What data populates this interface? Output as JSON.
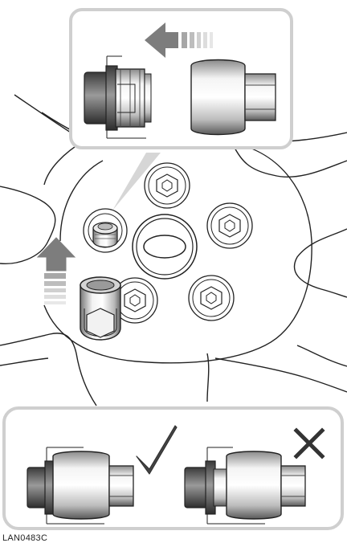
{
  "figure": {
    "reference_code": "LAN0483C",
    "icons": [
      "wheel-hub",
      "locking-wheel-nut",
      "locking-nut-adaptor",
      "arrow-left-icon",
      "arrow-up-icon",
      "check-icon",
      "cross-icon"
    ],
    "colors": {
      "panel_border": "#cccccc",
      "line": "#222222",
      "metal_light": "#f2f2f2",
      "metal_dark": "#6b6b6b",
      "arrow_dark": "#7a7a7a",
      "arrow_light": "#d8d8d8"
    }
  }
}
